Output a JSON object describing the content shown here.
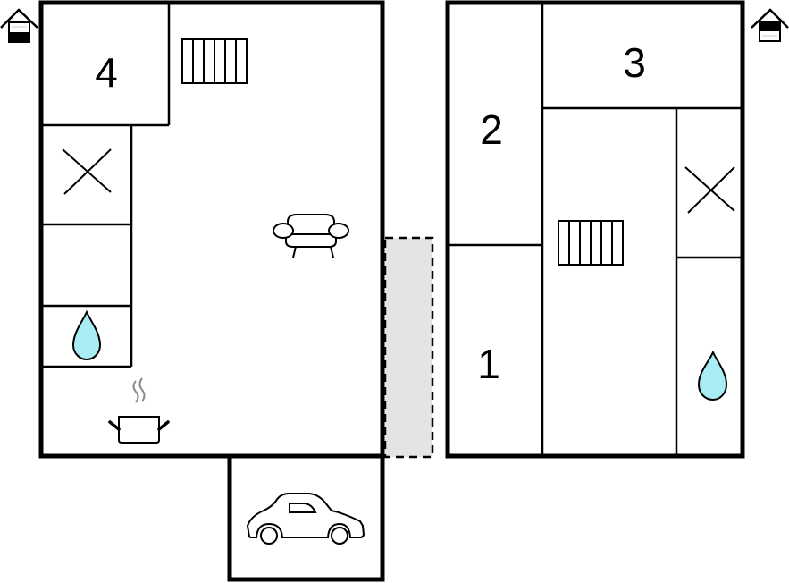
{
  "diagram": {
    "type": "floor-plan",
    "colors": {
      "wall": "#000000",
      "background": "#ffffff",
      "terrace_fill": "#e4e4e4",
      "water_drop": "#a8ecf4"
    },
    "floors": [
      {
        "id": "ground-floor",
        "floor_indicator": "house-icon-ground-floor",
        "rooms": [
          {
            "id": "bedroom-4",
            "label": "4",
            "type": "bedroom"
          },
          {
            "id": "living-area",
            "label": "",
            "type": "living-room",
            "icons": [
              "stairs-icon",
              "armchair-icon",
              "cooking-pot-icon"
            ]
          },
          {
            "id": "toilet",
            "label": "",
            "type": "toilet",
            "icons": [
              "cross-icon"
            ]
          },
          {
            "id": "storage",
            "label": "",
            "type": "storage"
          },
          {
            "id": "bathroom",
            "label": "",
            "type": "bathroom",
            "icons": [
              "water-drop-icon"
            ]
          },
          {
            "id": "garage",
            "label": "",
            "type": "carport",
            "icons": [
              "car-icon"
            ]
          },
          {
            "id": "terrace",
            "label": "",
            "type": "terrace"
          }
        ]
      },
      {
        "id": "upper-floor",
        "floor_indicator": "house-icon-upper-floor",
        "rooms": [
          {
            "id": "bedroom-2",
            "label": "2",
            "type": "bedroom"
          },
          {
            "id": "bedroom-1",
            "label": "1",
            "type": "bedroom"
          },
          {
            "id": "bedroom-3",
            "label": "3",
            "type": "bedroom"
          },
          {
            "id": "hallway",
            "label": "",
            "type": "hallway",
            "icons": [
              "stairs-icon"
            ]
          },
          {
            "id": "upper-toilet",
            "label": "",
            "type": "toilet",
            "icons": [
              "cross-icon"
            ]
          },
          {
            "id": "upper-bathroom",
            "label": "",
            "type": "bathroom",
            "icons": [
              "water-drop-icon"
            ]
          }
        ]
      }
    ],
    "labels": {
      "room1": "1",
      "room2": "2",
      "room3": "3",
      "room4": "4"
    }
  }
}
